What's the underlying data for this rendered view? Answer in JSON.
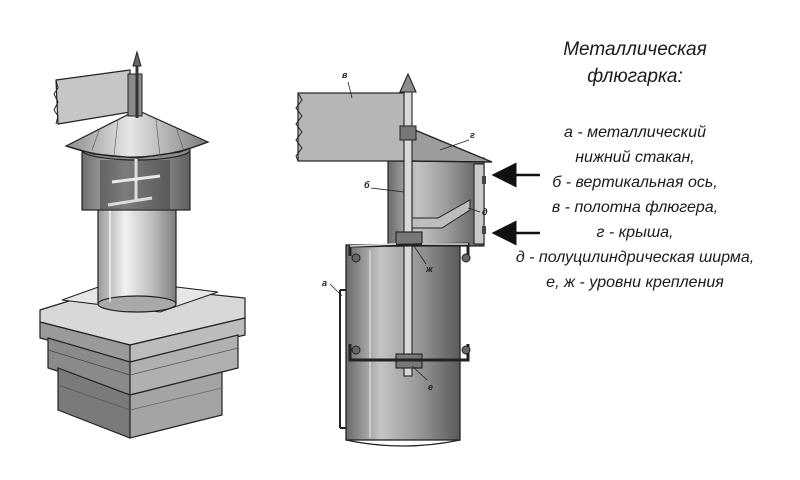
{
  "title_line1": "Металлическая",
  "title_line2": "флюгарка:",
  "legend": [
    "а - металлический",
    "нижний стакан,",
    "б - вертикальная ось,",
    "в - полотна флюгера,",
    "г - крыша,",
    "д - полуцилиндрическая ширма,",
    "е, ж - уровни крепления"
  ],
  "callouts": {
    "a": "а",
    "b": "б",
    "v": "в",
    "g": "г",
    "d": "д",
    "e": "е",
    "zh": "ж"
  }
}
